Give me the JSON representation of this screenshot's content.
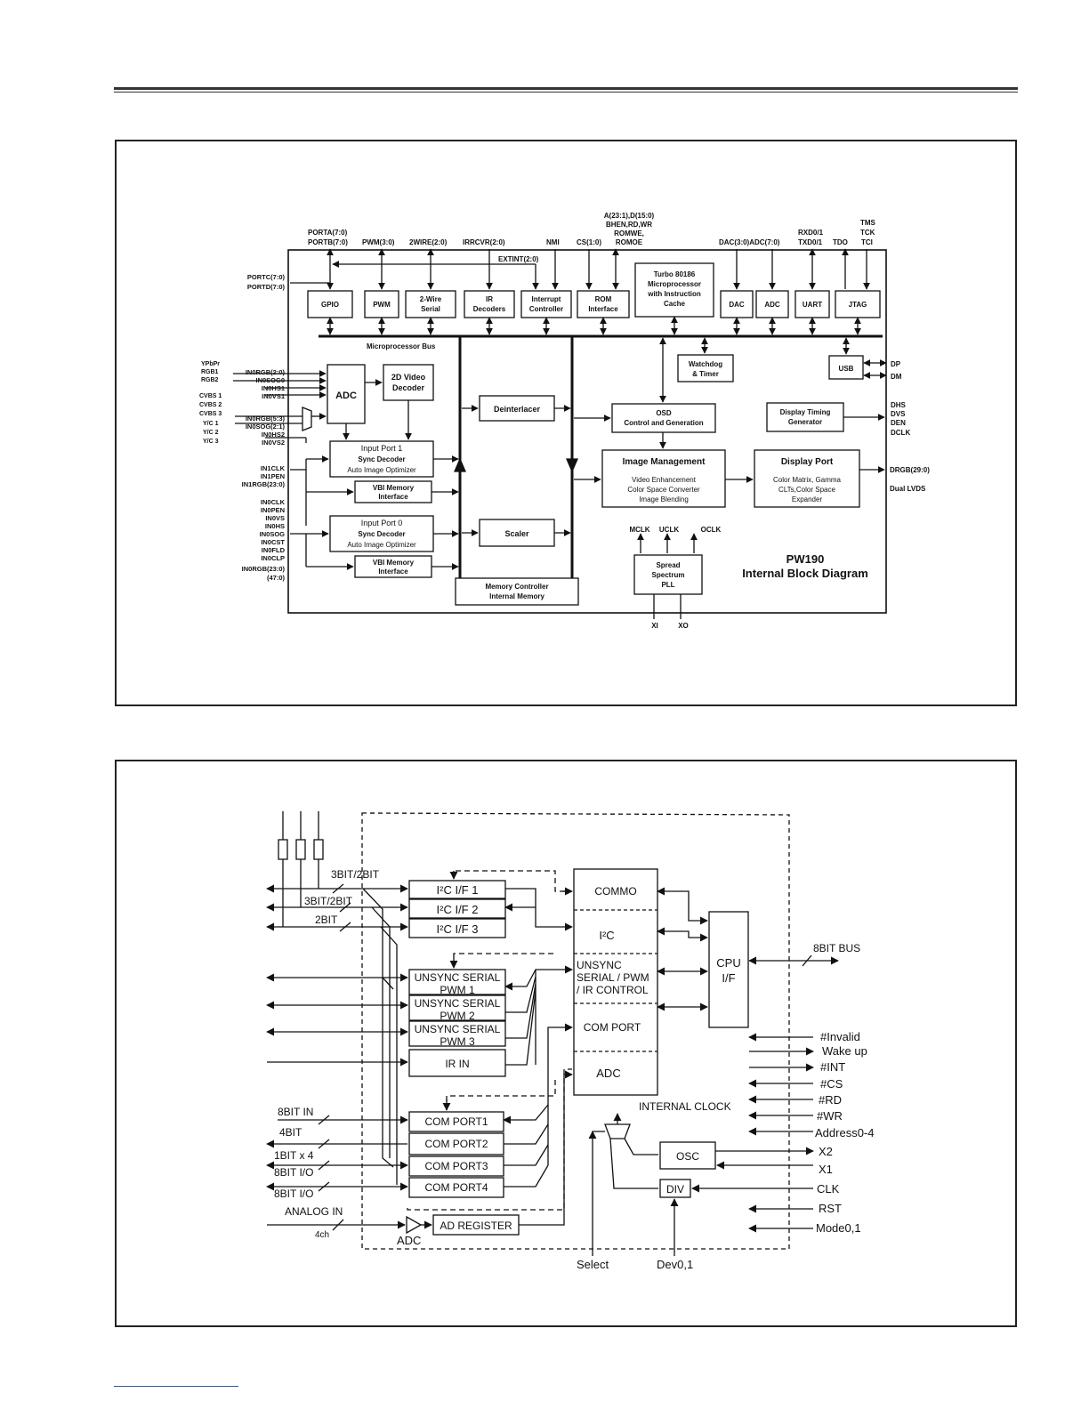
{
  "d1": {
    "title_line1": "PW190",
    "title_line2": "Internal Block Diagram",
    "bus_label": "Microprocessor Bus",
    "blocks": {
      "gpio": "GPIO",
      "pwm": "PWM",
      "wire2_l1": "2-Wire",
      "wire2_l2": "Serial",
      "ir_l1": "IR",
      "ir_l2": "Decoders",
      "int_l1": "Interrupt",
      "int_l2": "Controller",
      "rom_l1": "ROM",
      "rom_l2": "Interface",
      "turbo_l1": "Turbo 80186",
      "turbo_l2": "Microprocessor",
      "turbo_l3": "with Instruction",
      "turbo_l4": "Cache",
      "dac": "DAC",
      "adc_top": "ADC",
      "uart": "UART",
      "jtag": "JTAG",
      "watchdog_l1": "Watchdog",
      "watchdog_l2": "& Timer",
      "usb": "USB",
      "adc_main": "ADC",
      "video_l1": "2D Video",
      "video_l2": "Decoder",
      "deint": "Deinterlacer",
      "scaler": "Scaler",
      "osd_l1": "OSD",
      "osd_l2": "Control and Generation",
      "dtg_l1": "Display Timing",
      "dtg_l2": "Generator",
      "img_l1": "Image Management",
      "img_l2": "Video Enhancement",
      "img_l3": "Color Space Converter",
      "img_l4": "Image Blending",
      "dp_l1": "Display Port",
      "dp_l2": "Color Matrix, Gamma",
      "dp_l3": "CLTs,Color Space",
      "dp_l4": "Expander",
      "ip1_l1": "Input Port  1",
      "ip1_l2": "Sync Decoder",
      "ip1_l3": "Auto Image Optimizer",
      "vbi1_l1": "VBI Memory",
      "vbi1_l2": "Interface",
      "ip0_l1": "Input Port  0",
      "ip0_l2": "Sync Decoder",
      "ip0_l3": "Auto Image Optimizer",
      "vbi0_l1": "VBI Memory",
      "vbi0_l2": "Interface",
      "mem_l1": "Memory Controller",
      "mem_l2": "Internal Memory",
      "pll_l1": "Spread",
      "pll_l2": "Spectrum",
      "pll_l3": "PLL"
    },
    "top_signals": {
      "porta": "PORTA(7:0)",
      "portb": "PORTB(7:0)",
      "pwm": "PWM(3:0)",
      "wire2": "2WIRE(2:0)",
      "irrcvr": "IRRCVR(2:0)",
      "nmi": "NMI",
      "cs": "CS(1:0)",
      "addr_l1": "A(23:1),D(15:0)",
      "addr_l2": "BHEN,RD,WR",
      "addr_l3": "ROMWE,",
      "addr_l4": "ROMOE",
      "extint": "EXTINT(2:0)",
      "dacadc": "DAC(3:0)ADC(7:0)",
      "rxd": "RXD0/1",
      "txd": "TXD0/1",
      "tdo": "TDO",
      "tms": "TMS",
      "tck": "TCK",
      "tci": "TCI"
    },
    "left_signals": {
      "portc": "PORTC(7:0)",
      "portd": "PORTD(7:0)",
      "ypbpr": "YPbPr",
      "rgb1": "RGB1",
      "rgb2": "RGB2",
      "in0rgb20": "IN0RGB(2:0)",
      "in0sog0": "IN0SOG0",
      "in0hs1": "IN0HS1",
      "in0vs1": "IN0VS1",
      "cvbs1": "CVBS 1",
      "cvbs2": "CVBS 2",
      "cvbs3": "CVBS 3",
      "yc1": "Y/C 1",
      "yc2": "Y/C 2",
      "yc3": "Y/C 3",
      "in0rgb53": "IN0RGB(5:3)",
      "in0sog21": "IN0SOG(2:1)",
      "in0hs2": "IN0HS2",
      "in0vs2": "IN0VS2",
      "in1clk": "IN1CLK",
      "in1pen": "IN1PEN",
      "in1rgb": "IN1RGB(23:0)",
      "in0clk": "IN0CLK",
      "in0pen": "IN0PEN",
      "in0vs": "IN0VS",
      "in0hs": "IN0HS",
      "in0sog": "IN0SOG",
      "in0cst": "IN0CST",
      "in0fld": "IN0FLD",
      "in0clp": "IN0CLP",
      "in0rgb230": "IN0RGB(23:0)",
      "in0rgb470": "(47:0)"
    },
    "right_signals": {
      "dp": "DP",
      "dm": "DM",
      "dhs": "DHS",
      "dvs": "DVS",
      "den": "DEN",
      "dclk": "DCLK",
      "drgb": "DRGB(29:0)",
      "lvds": "Dual LVDS"
    },
    "clock_signals": {
      "mclk": "MCLK",
      "uclk": "UCLK",
      "oclk": "OCLK",
      "xi": "XI",
      "xo": "XO"
    }
  },
  "d2": {
    "labels": {
      "bit3_2a": "3BIT/2BIT",
      "bit3_2b": "3BIT/2BIT",
      "bit2": "2BIT",
      "i2c1": "I²C I/F 1",
      "i2c2": "I²C I/F 2",
      "i2c3": "I²C I/F 3",
      "us1_l1": "UNSYNC SERIAL",
      "us1_l2": "PWM 1",
      "us2_l1": "UNSYNC SERIAL",
      "us2_l2": "PWM 2",
      "us3_l1": "UNSYNC SERIAL",
      "us3_l2": "PWM 3",
      "irin": "IR IN",
      "commo": "COMMO",
      "i2c": "I²C",
      "unsync_l1": "UNSYNC",
      "unsync_l2": "SERIAL / PWM",
      "unsync_l3": "/ IR CONTROL",
      "comport": "COM PORT",
      "adc_sec": "ADC",
      "cpu_l1": "CPU",
      "cpu_l2": "I/F",
      "bus8": "8BIT BUS",
      "cp1": "COM PORT1",
      "cp2": "COM PORT2",
      "cp3": "COM PORT3",
      "cp4": "COM PORT4",
      "in8": "8BIT IN",
      "bit4": "4BIT",
      "bit1x4": "1BIT x 4",
      "io8a": "8BIT I/O",
      "io8b": "8BIT I/O",
      "analog": "ANALOG IN",
      "ch4": "4ch",
      "adc_tri": "ADC",
      "adreg": "AD REGISTER",
      "intclk": "INTERNAL CLOCK",
      "osc": "OSC",
      "div": "DIV",
      "select": "Select",
      "dev": "Dev0,1"
    },
    "right_signals": [
      "#Invalid",
      "Wake up",
      "#INT",
      "#CS",
      "#RD",
      "#WR",
      "Address0-4",
      "X2",
      "X1",
      "CLK",
      "RST",
      "Mode0,1"
    ]
  }
}
